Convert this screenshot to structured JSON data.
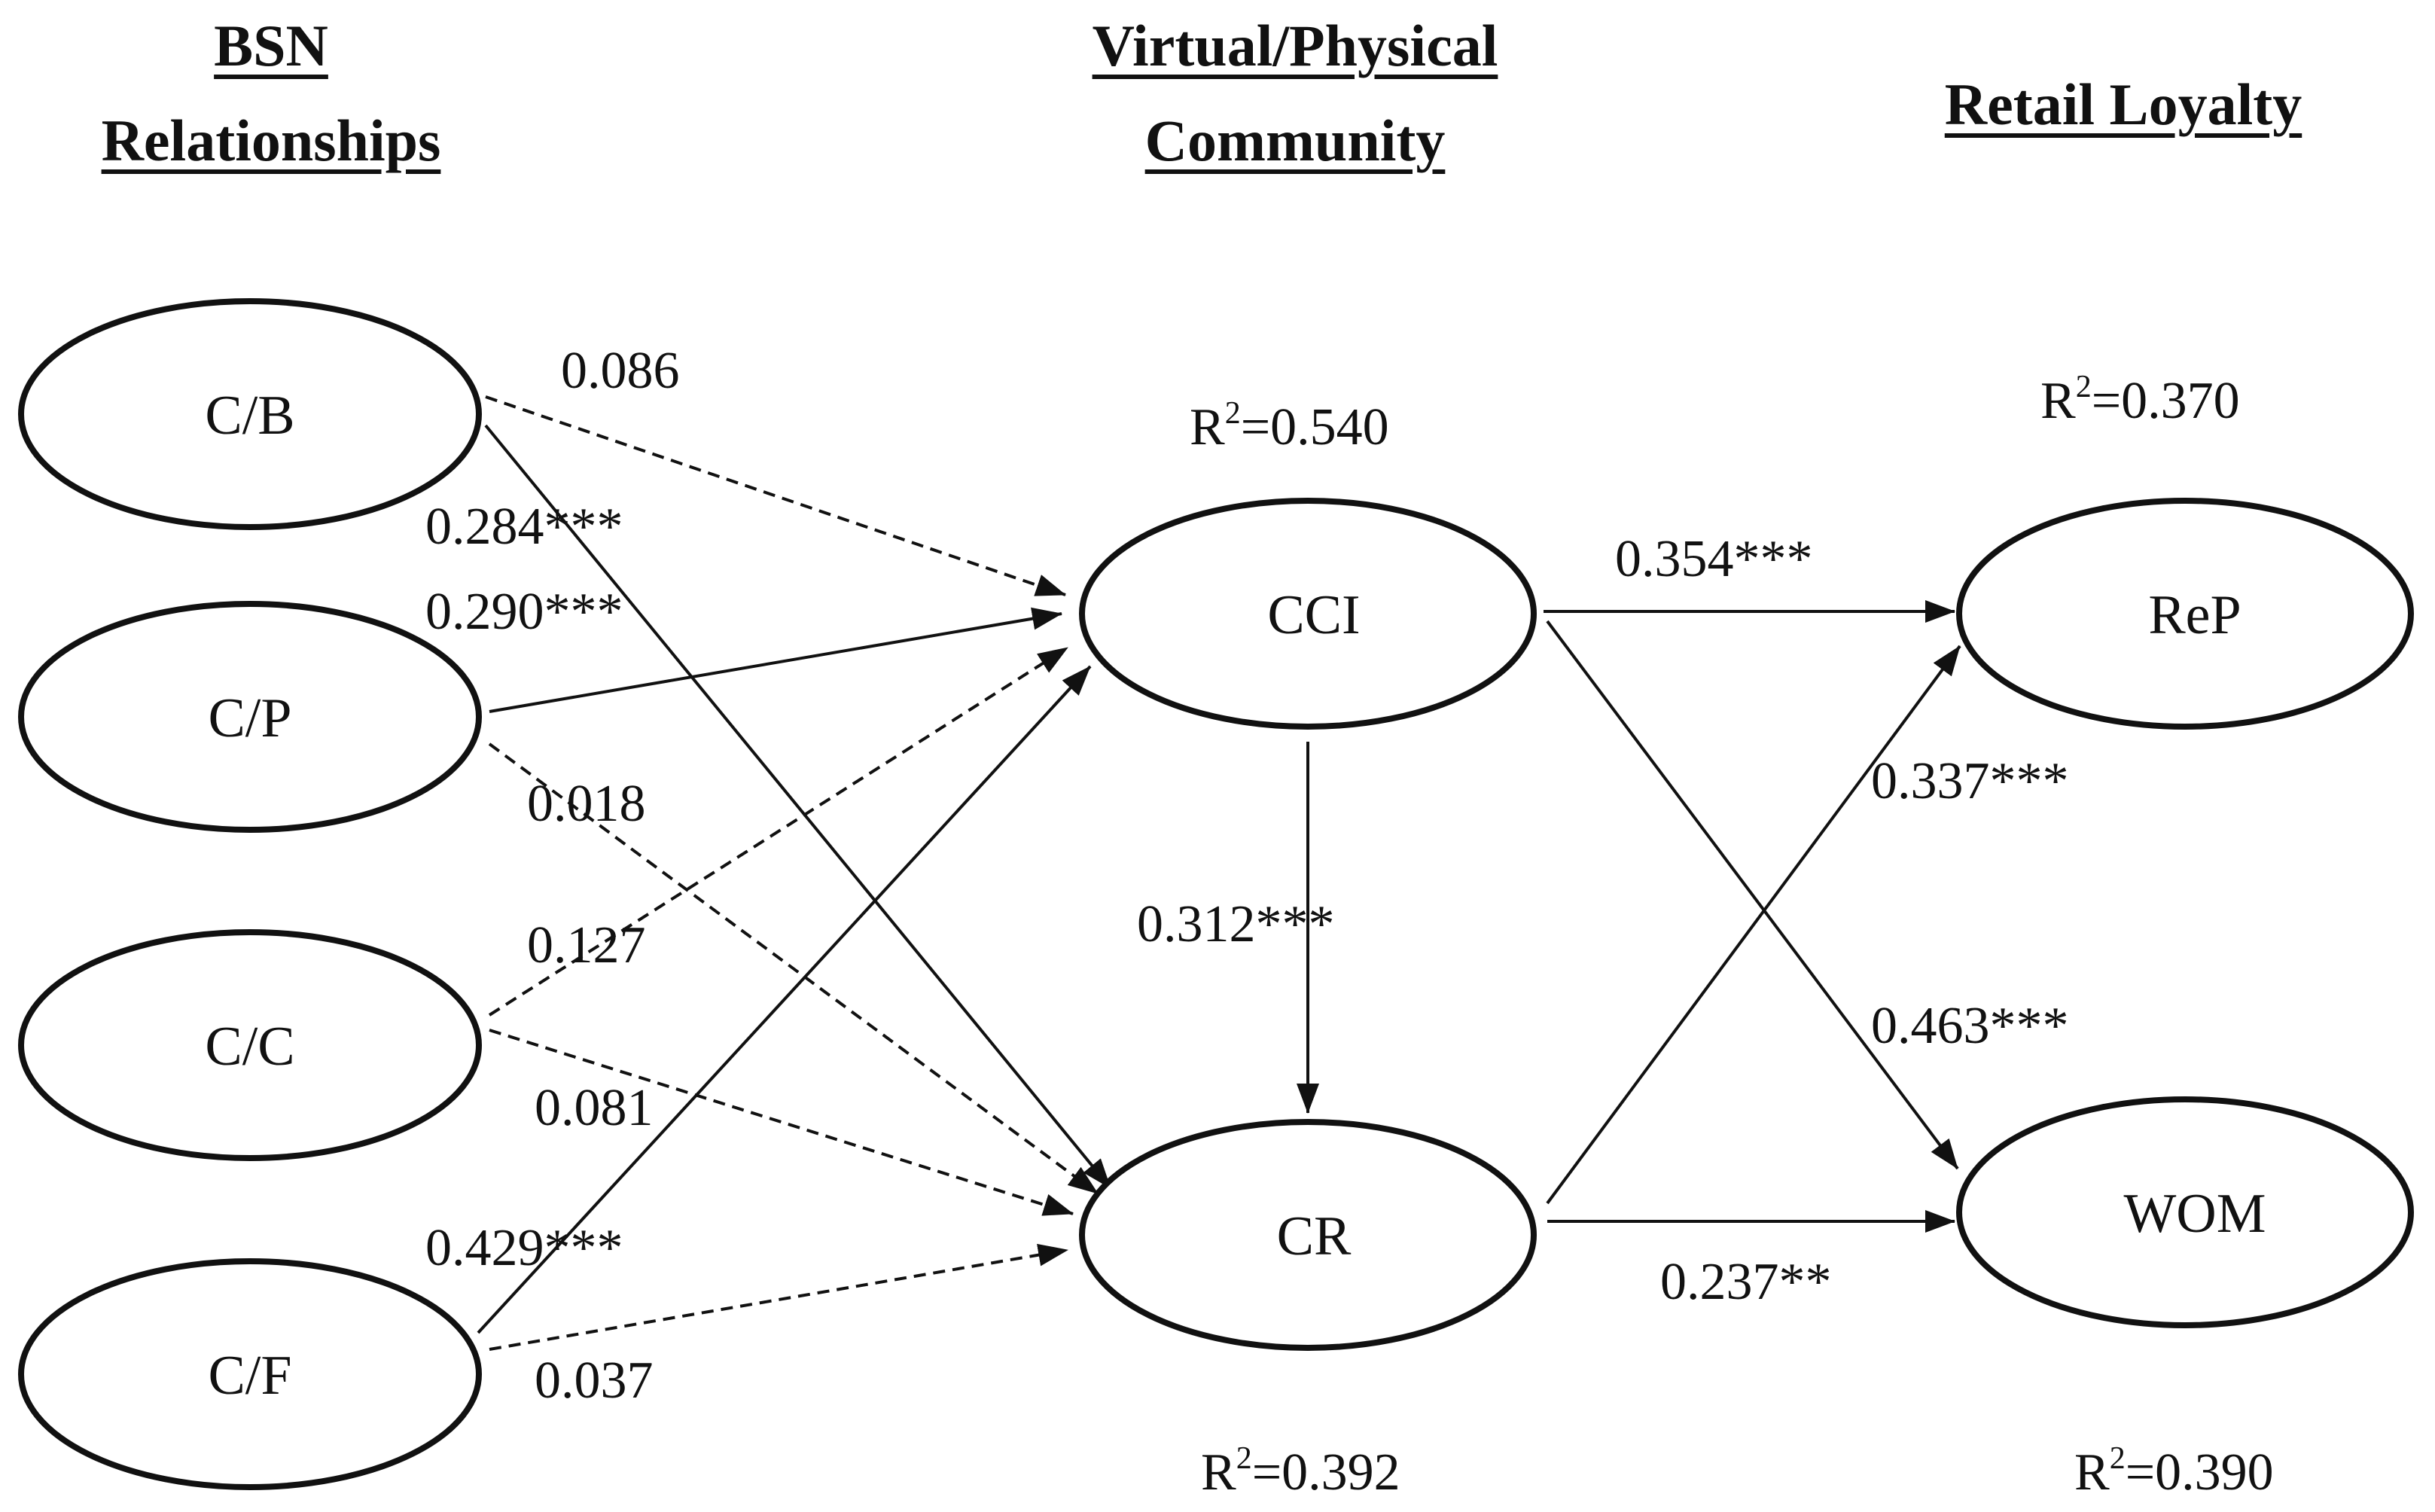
{
  "headers": {
    "bsn": [
      "BSN",
      "Relationships"
    ],
    "community": [
      "Virtual/Physical",
      "Community"
    ],
    "loyalty": [
      "Retail Loyalty"
    ]
  },
  "nodes": {
    "cb": "C/B",
    "cp": "C/P",
    "cc": "C/C",
    "cf": "C/F",
    "cci": "CCI",
    "cr": "CR",
    "rep": "ReP",
    "wom": "WOM"
  },
  "r_squared": {
    "cci": "R2=0.540",
    "rep": "R2=0.370",
    "cr": "R2=0.392",
    "wom": "R2=0.390"
  },
  "paths": [
    {
      "from": "C/B",
      "to": "CCI",
      "coef": "0.086",
      "significant": false
    },
    {
      "from": "C/B",
      "to": "CR",
      "coef": "0.284***",
      "significant": true
    },
    {
      "from": "C/P",
      "to": "CCI",
      "coef": "0.290***",
      "significant": true
    },
    {
      "from": "C/P",
      "to": "CR",
      "coef": "0.018",
      "significant": false
    },
    {
      "from": "C/C",
      "to": "CCI",
      "coef": "0.127",
      "significant": false
    },
    {
      "from": "C/C",
      "to": "CR",
      "coef": "0.081",
      "significant": false
    },
    {
      "from": "C/F",
      "to": "CCI",
      "coef": "0.429***",
      "significant": true
    },
    {
      "from": "C/F",
      "to": "CR",
      "coef": "0.037",
      "significant": false
    },
    {
      "from": "CCI",
      "to": "CR",
      "coef": "0.312***",
      "significant": true
    },
    {
      "from": "CCI",
      "to": "ReP",
      "coef": "0.354***",
      "significant": true
    },
    {
      "from": "CCI",
      "to": "WOM",
      "coef": "0.463***",
      "significant": true
    },
    {
      "from": "CR",
      "to": "ReP",
      "coef": "0.337***",
      "significant": true
    },
    {
      "from": "CR",
      "to": "WOM",
      "coef": "0.237**",
      "significant": true
    }
  ]
}
